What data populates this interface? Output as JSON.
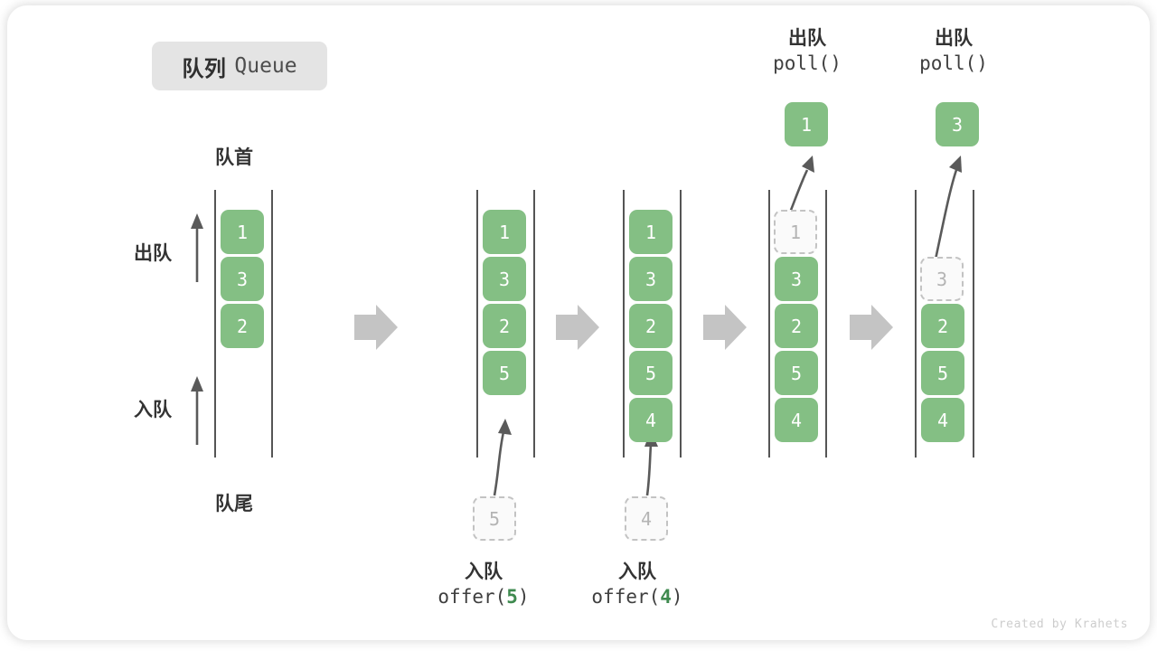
{
  "title": {
    "cn": "队列",
    "en": "Queue"
  },
  "labels": {
    "front": "队首",
    "rear": "队尾",
    "dequeue": "出队",
    "enqueue": "入队"
  },
  "footer": "Created by Krahets",
  "colors": {
    "cell_fill": "#84bf84",
    "cell_text": "#ffffff",
    "ghost_fill": "#fafafa",
    "ghost_border": "#c3c3c3",
    "ghost_text": "#b4b4b4",
    "rail": "#555555",
    "arrow_gray": "#c4c4c4",
    "arrow_dark": "#5a5a5a",
    "badge_bg": "#e4e4e4",
    "accent_green": "#3f8a4f",
    "footer_text": "#cdcdcd"
  },
  "chart_data": {
    "type": "diagram",
    "title": "队列 Queue",
    "description": "Queue offer/poll operations shown as five successive states of a vertical queue container.",
    "states": [
      {
        "id": "state-1",
        "cells": [
          "1",
          "3",
          "2"
        ],
        "ghost": null,
        "popped": null
      },
      {
        "id": "state-2",
        "cells": [
          "1",
          "3",
          "2",
          "5"
        ],
        "ghost": {
          "value": "5",
          "position": "below"
        },
        "popped": null
      },
      {
        "id": "state-3",
        "cells": [
          "1",
          "3",
          "2",
          "5",
          "4"
        ],
        "ghost": {
          "value": "4",
          "position": "below"
        },
        "popped": null
      },
      {
        "id": "state-4",
        "cells": [
          "3",
          "2",
          "5",
          "4"
        ],
        "ghost": {
          "value": "1",
          "position": "slot-1"
        },
        "popped": "1"
      },
      {
        "id": "state-5",
        "cells": [
          "2",
          "5",
          "4"
        ],
        "ghost": {
          "value": "3",
          "position": "slot-2"
        },
        "popped": "3"
      }
    ],
    "operations_bottom": [
      {
        "cn": "入队",
        "code_prefix": "offer(",
        "arg": "5",
        "code_suffix": ")"
      },
      {
        "cn": "入队",
        "code_prefix": "offer(",
        "arg": "4",
        "code_suffix": ")"
      }
    ],
    "operations_top": [
      {
        "cn": "出队",
        "code": "poll()"
      },
      {
        "cn": "出队",
        "code": "poll()"
      }
    ]
  },
  "cells": {
    "c1": [
      "1",
      "3",
      "2"
    ],
    "c2": [
      "1",
      "3",
      "2",
      "5"
    ],
    "c3": [
      "1",
      "3",
      "2",
      "5",
      "4"
    ],
    "c4": [
      "3",
      "2",
      "5",
      "4"
    ],
    "c5": [
      "2",
      "5",
      "4"
    ],
    "ghost_5": "5",
    "ghost_4": "4",
    "ghost_1": "1",
    "ghost_3": "3",
    "pop_1": "1",
    "pop_3": "3"
  },
  "ops": {
    "offer5_cn": "入队",
    "offer5_pre": "offer(",
    "offer5_arg": "5",
    "offer5_post": ")",
    "offer4_cn": "入队",
    "offer4_pre": "offer(",
    "offer4_arg": "4",
    "offer4_post": ")",
    "poll1_cn": "出队",
    "poll1_code": "poll()",
    "poll2_cn": "出队",
    "poll2_code": "poll()"
  }
}
